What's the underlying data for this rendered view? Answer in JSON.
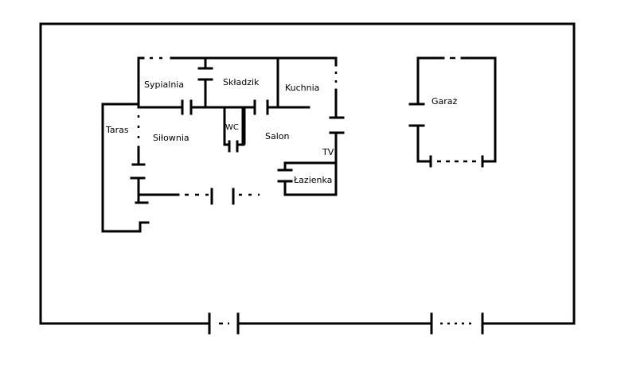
{
  "rooms": {
    "sypialnia": "Sypialnia",
    "skladzik": "Składzik",
    "kuchnia": "Kuchnia",
    "taras": "Taras",
    "silownia": "Siłownia",
    "wc": "WC",
    "salon": "Salon",
    "tv": "TV",
    "lazienka": "Łazienka",
    "garaz": "Garaż"
  }
}
